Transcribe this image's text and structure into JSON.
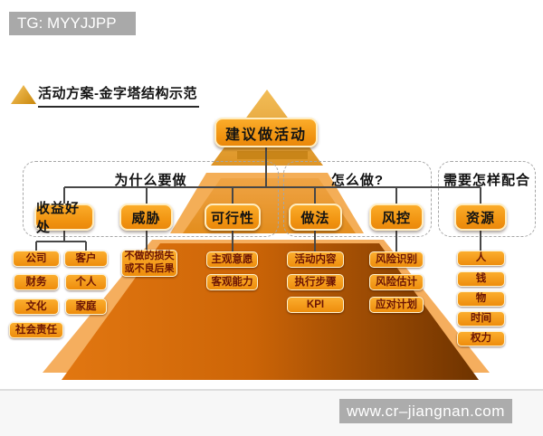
{
  "header": {
    "tag_label": "TG: MYYJJPP"
  },
  "title": {
    "text": "活动方案-金字塔结构示范"
  },
  "tree": {
    "root": "建议做活动",
    "sections": [
      {
        "label": "为什么要做"
      },
      {
        "label": "怎么做?"
      },
      {
        "label": "需要怎样配合"
      }
    ],
    "benefits": {
      "label": "收益好处",
      "col_a": [
        "公司",
        "财务",
        "文化",
        "社会责任"
      ],
      "col_b": [
        "客户",
        "个人",
        "家庭"
      ]
    },
    "threat": {
      "label": "威胁",
      "child_line1": "不做的损失",
      "child_line2": "或不良后果"
    },
    "feasibility": {
      "label": "可行性",
      "children": [
        "主观意愿",
        "客观能力"
      ]
    },
    "method": {
      "label": "做法",
      "children": [
        "活动内容",
        "执行步骤",
        "KPI"
      ]
    },
    "risk": {
      "label": "风控",
      "children": [
        "风险识别",
        "风险估计",
        "应对计划"
      ]
    },
    "resources": {
      "label": "资源",
      "children": [
        "人",
        "钱",
        "物",
        "时间",
        "权力"
      ]
    }
  },
  "footer": {
    "watermark": "www.cr–jiangnan.com"
  },
  "colors": {
    "box_orange": "#F59B13",
    "box_border": "#FFEDC0",
    "leaf_text": "#6B1404",
    "pyramid_gold": "#E2A238",
    "pyramid_light": "#F4AE57",
    "pyramid_dark_right": "#6E3300",
    "connector_gray": "#474747",
    "header_gray": "#A9A9A9"
  }
}
